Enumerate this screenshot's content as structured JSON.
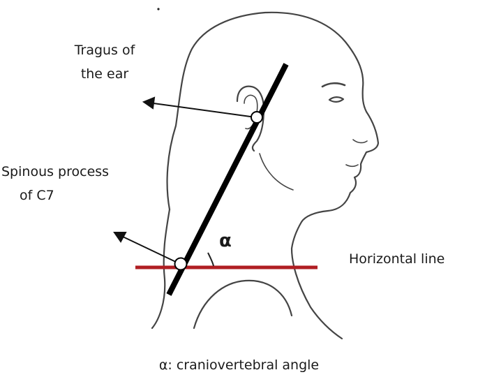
{
  "labels": {
    "tragus_line1": "Tragus of",
    "tragus_line2": "the ear",
    "spinous_line1": "Spinous process",
    "spinous_line2": "of C7",
    "horizontal": "Horizontal line",
    "alpha": "α",
    "caption": "α: craniovertebral angle"
  },
  "colors": {
    "outline": "#444444",
    "body_line": "#000000",
    "horizontal_line": "#b01e23",
    "marker_fill": "#ffffff",
    "text": "#1a1a1a"
  },
  "measure": {
    "angle_symbol": "α",
    "angle_name": "craniovertebral angle"
  }
}
